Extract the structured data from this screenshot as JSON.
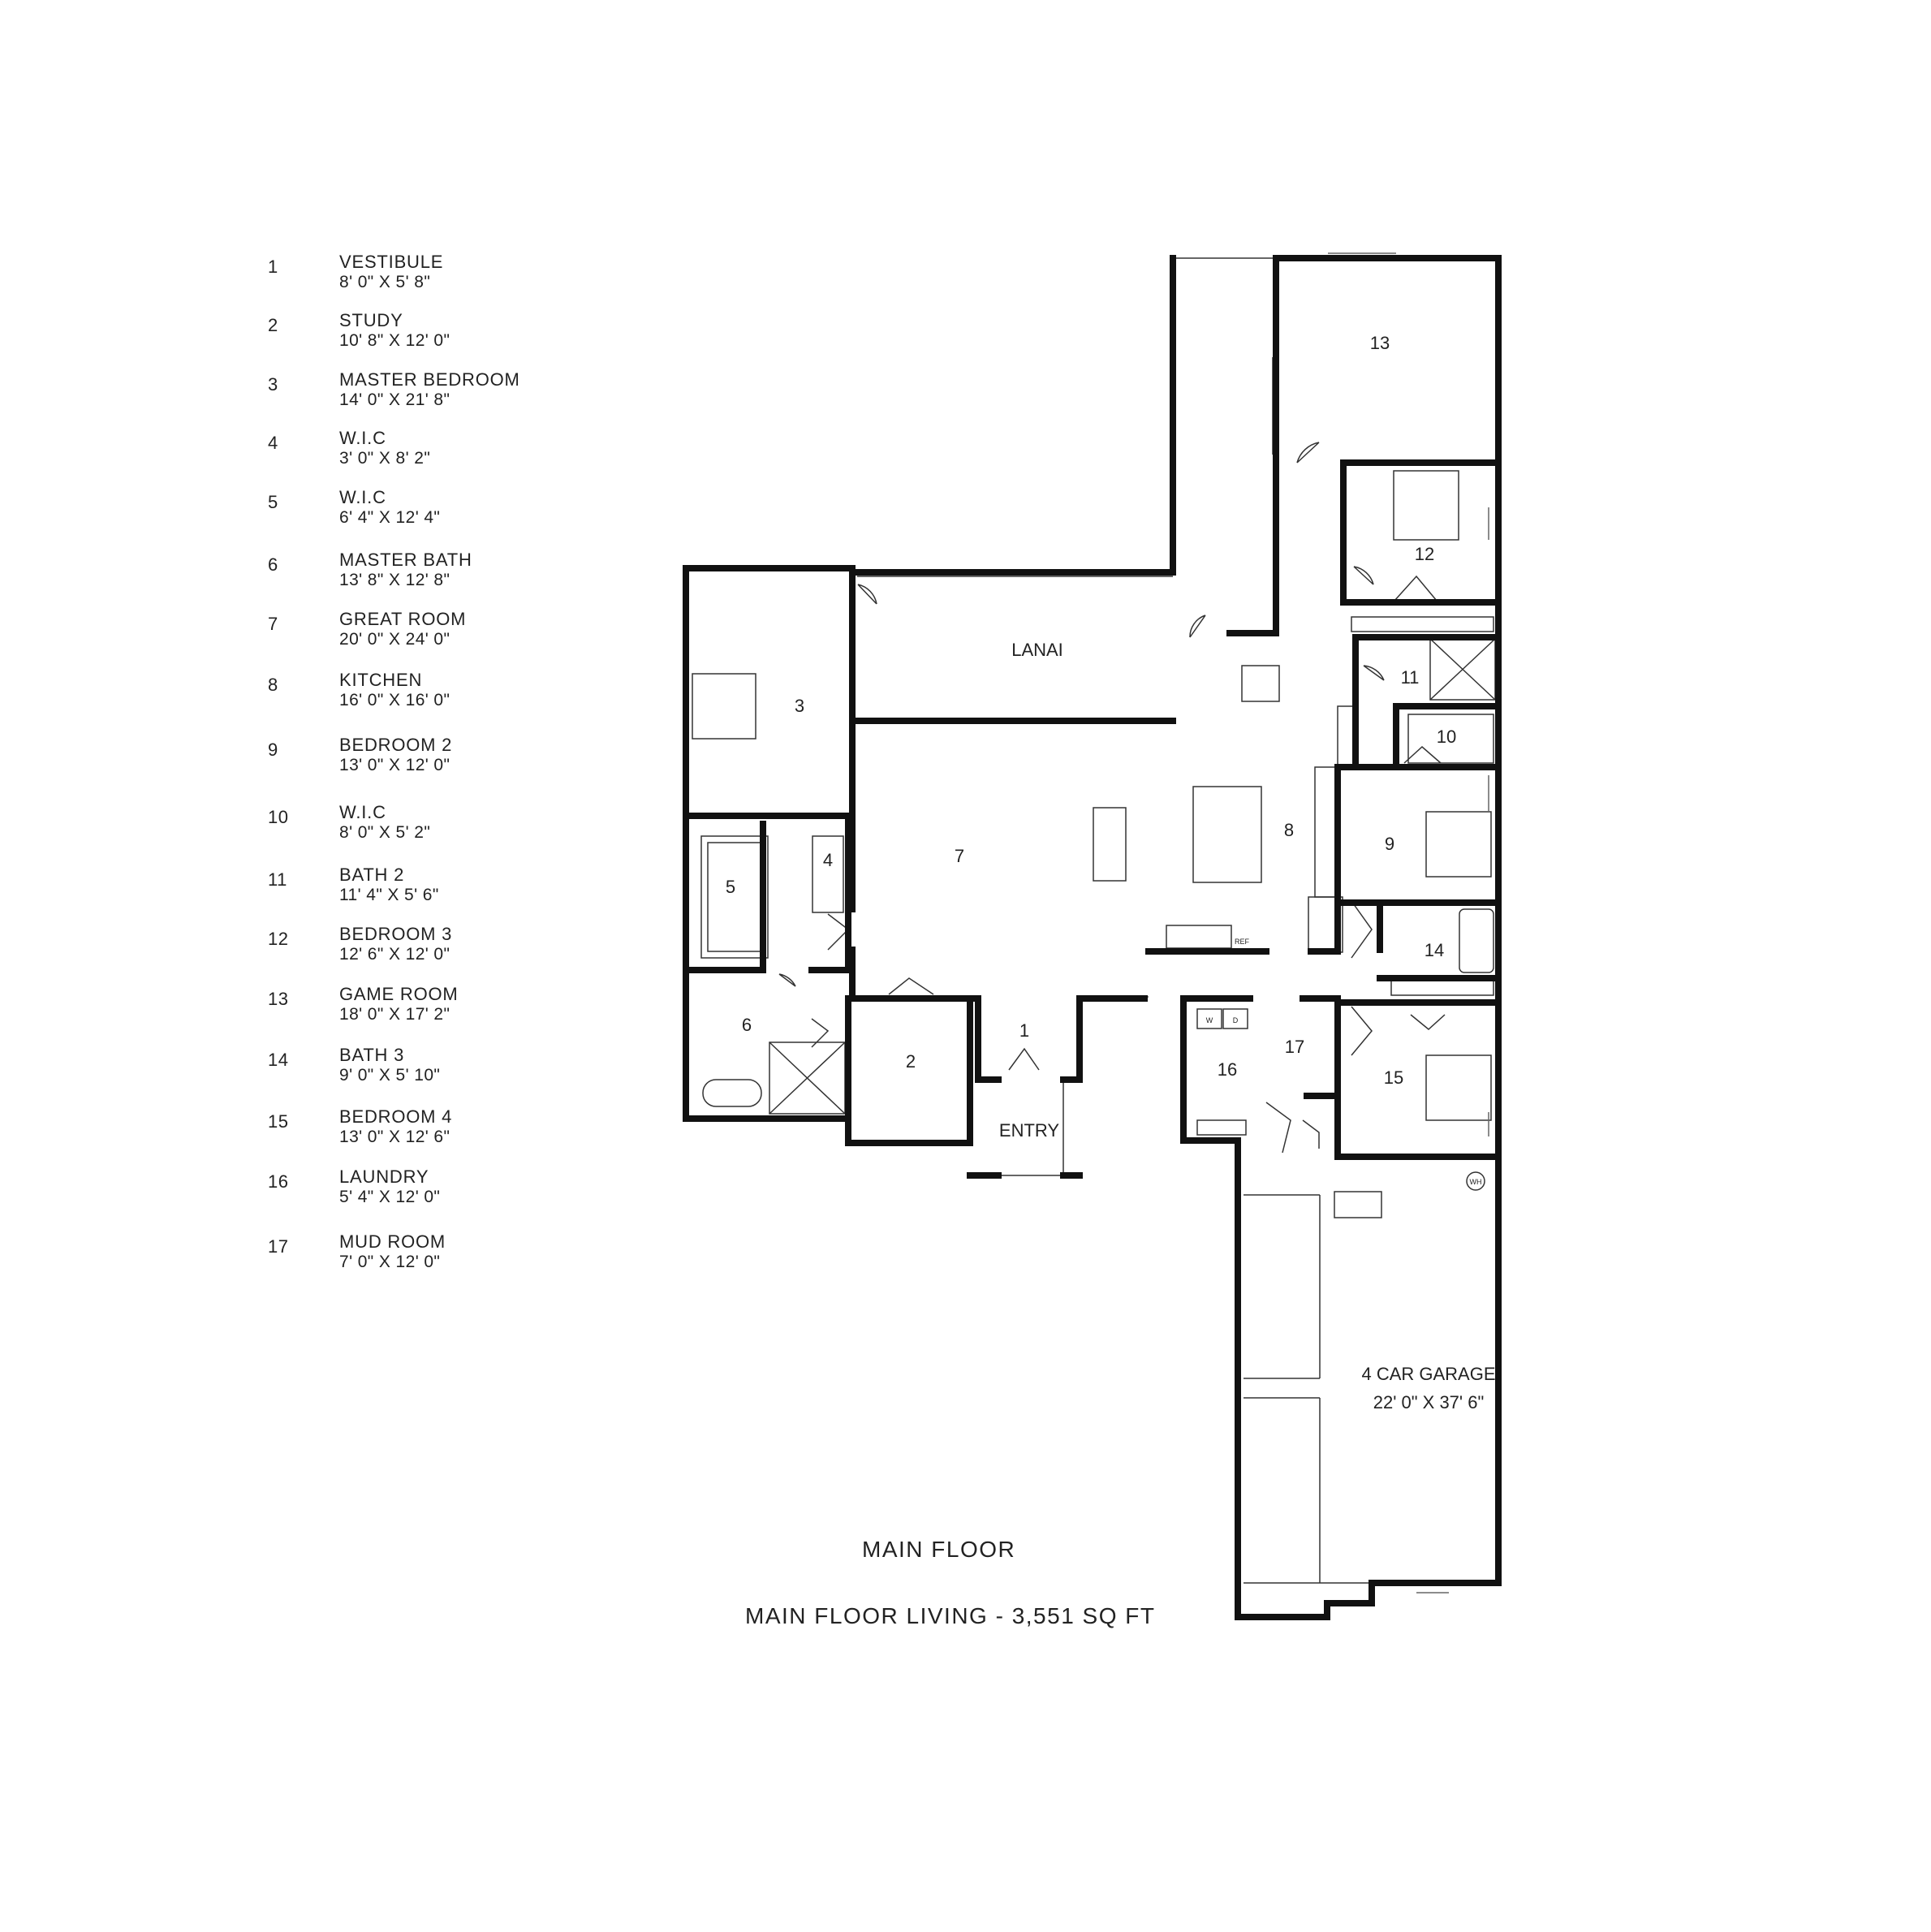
{
  "legend": [
    {
      "num": "1",
      "name": "VESTIBULE",
      "dim": "8' 0\" X 5' 8\""
    },
    {
      "num": "2",
      "name": "STUDY",
      "dim": "10' 8\" X 12' 0\""
    },
    {
      "num": "3",
      "name": "MASTER BEDROOM",
      "dim": "14' 0\" X 21' 8\""
    },
    {
      "num": "4",
      "name": "W.I.C",
      "dim": "3' 0\" X 8' 2\""
    },
    {
      "num": "5",
      "name": "W.I.C",
      "dim": "6' 4\" X 12' 4\""
    },
    {
      "num": "6",
      "name": "MASTER BATH",
      "dim": "13' 8\" X 12' 8\""
    },
    {
      "num": "7",
      "name": "GREAT ROOM",
      "dim": "20' 0\" X 24' 0\""
    },
    {
      "num": "8",
      "name": "KITCHEN",
      "dim": "16' 0\" X 16' 0\""
    },
    {
      "num": "9",
      "name": "BEDROOM 2",
      "dim": "13' 0\" X 12' 0\""
    },
    {
      "num": "10",
      "name": "W.I.C",
      "dim": "8' 0\" X 5' 2\""
    },
    {
      "num": "11",
      "name": "BATH 2",
      "dim": "11' 4\" X 5' 6\""
    },
    {
      "num": "12",
      "name": "BEDROOM 3",
      "dim": "12' 6\" X 12' 0\""
    },
    {
      "num": "13",
      "name": "GAME ROOM",
      "dim": "18' 0\" X 17' 2\""
    },
    {
      "num": "14",
      "name": "BATH 3",
      "dim": "9' 0\" X 5' 10\""
    },
    {
      "num": "15",
      "name": "BEDROOM 4",
      "dim": "13' 0\" X 12' 6\""
    },
    {
      "num": "16",
      "name": "LAUNDRY",
      "dim": "5' 4\" X 12' 0\""
    },
    {
      "num": "17",
      "name": "MUD ROOM",
      "dim": "7' 0\" X 12' 0\""
    }
  ],
  "plan_labels": {
    "r1": "1",
    "r2": "2",
    "r3": "3",
    "r4": "4",
    "r5": "5",
    "r6": "6",
    "r7": "7",
    "r8": "8",
    "r9": "9",
    "r10": "10",
    "r11": "11",
    "r12": "12",
    "r13": "13",
    "r14": "14",
    "r15": "15",
    "r16": "16",
    "r17": "17",
    "lanai": "LANAI",
    "entry": "ENTRY",
    "garage_name": "4 CAR GARAGE",
    "garage_dim": "22' 0\" X 37' 6\"",
    "ref": "REF",
    "wh": "WH",
    "washer": "W",
    "dryer": "D"
  },
  "captions": {
    "floor_title": "MAIN FLOOR",
    "floor_area": "MAIN FLOOR LIVING - 3,551 SQ FT"
  }
}
